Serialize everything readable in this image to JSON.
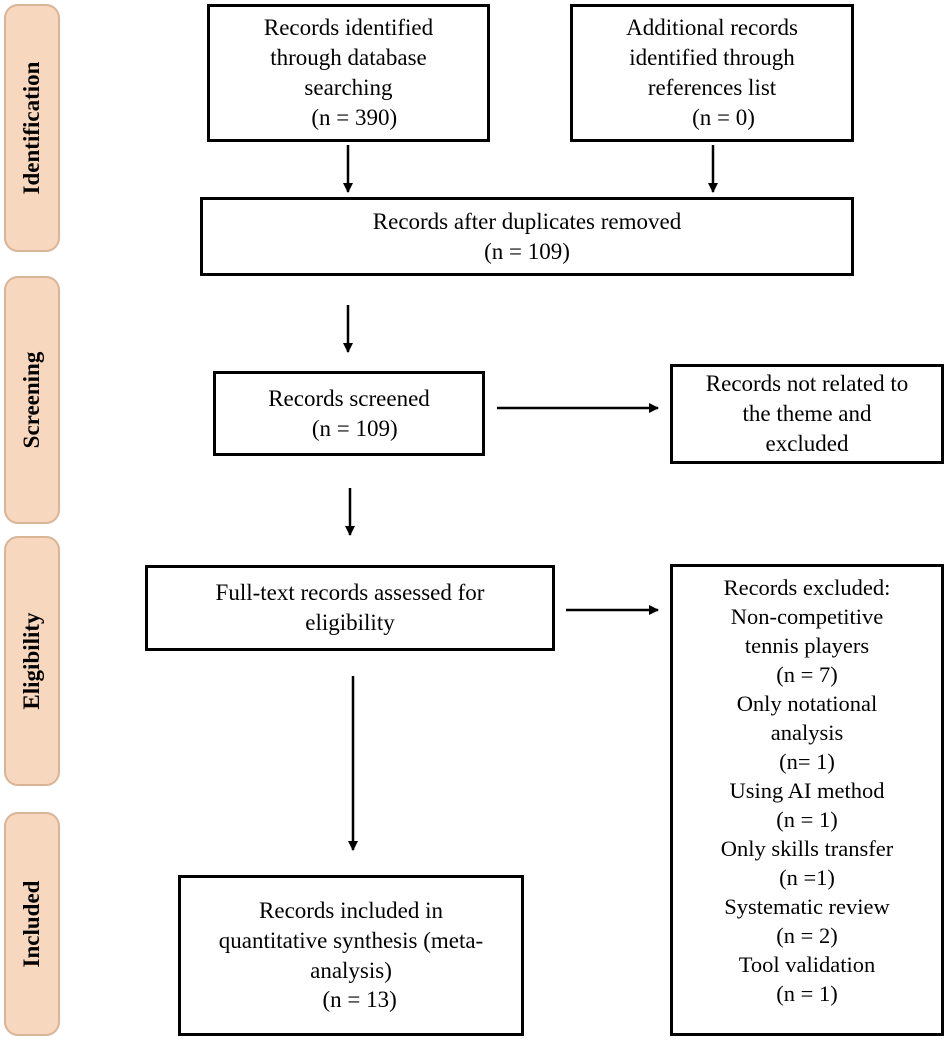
{
  "phases": [
    {
      "id": "identification",
      "label": "Identification"
    },
    {
      "id": "screening",
      "label": "Screening"
    },
    {
      "id": "eligibility",
      "label": "Eligibility"
    },
    {
      "id": "included",
      "label": "Included"
    }
  ],
  "boxes": {
    "database": {
      "lines": [
        "Records identified",
        "through database",
        "searching",
        "  (n = 390)"
      ]
    },
    "additional": {
      "lines": [
        "Additional records",
        "identified through",
        "references list",
        "    (n = 0)"
      ]
    },
    "duplicates": {
      "lines": [
        "Records after duplicates removed",
        "(n = 109)"
      ]
    },
    "screened": {
      "lines": [
        "Records screened",
        "  (n = 109)"
      ]
    },
    "not_related": {
      "lines": [
        "Records not related to",
        "the theme and",
        "excluded"
      ]
    },
    "fulltext": {
      "lines": [
        "Full-text records assessed for",
        "eligibility"
      ]
    },
    "excluded": {
      "lines": [
        "Records excluded:",
        "Non-competitive",
        "tennis players",
        "(n = 7)",
        "Only notational",
        "analysis",
        "(n= 1)",
        "Using AI method",
        "(n = 1)",
        "Only skills transfer",
        "(n =1)",
        "Systematic review",
        "(n = 2)",
        "Tool validation",
        "(n = 1)"
      ]
    },
    "included": {
      "lines": [
        "Records included in",
        "quantitative synthesis (meta-",
        "analysis)",
        "   (n = 13)"
      ]
    }
  }
}
